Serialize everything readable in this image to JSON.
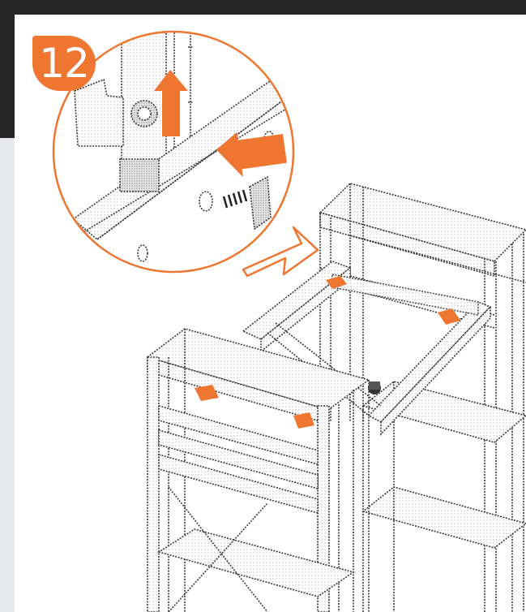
{
  "step": {
    "number": "12"
  },
  "colors": {
    "accent": "#ee7630",
    "line": "#3a3a3a",
    "frame_dark": "#262626",
    "sidebar_light": "#e8e9ec"
  },
  "icons": {
    "step_badge": "step-number-badge",
    "detail": "magnified-detail-circle",
    "callout": "callout-arrow",
    "push": "push-direction-arrow",
    "lift": "lift-direction-arrow"
  }
}
